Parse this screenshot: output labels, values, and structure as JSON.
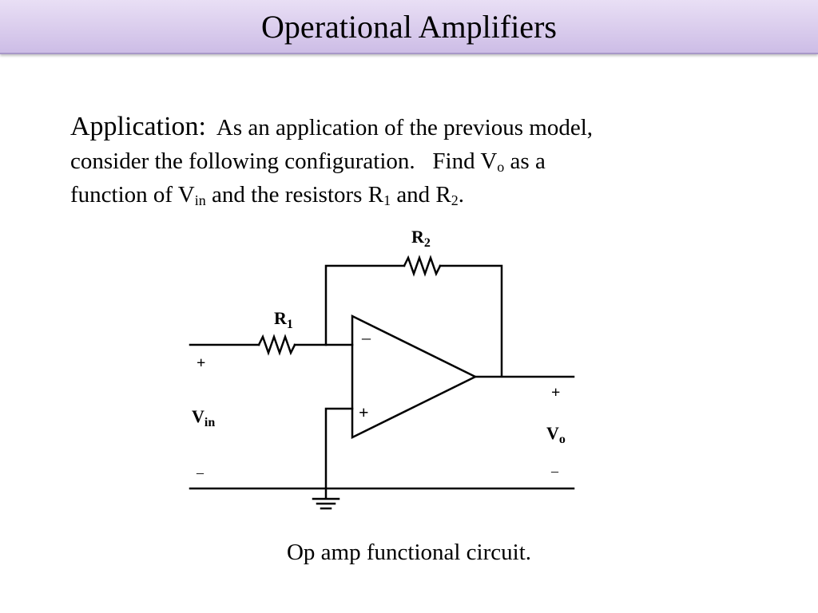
{
  "slide": {
    "title": "Operational Amplifiers",
    "paragraph": {
      "lead": "Application:",
      "seg1": "As an application of the previous model,",
      "seg2": "consider the following configuration.   Find V",
      "sub_o": "o",
      "seg3": " as a",
      "seg4": "function of V",
      "sub_in": "in",
      "seg5": " and the resistors R",
      "sub_1": "1",
      "seg6": " and R",
      "sub_2": "2",
      "seg7": "."
    },
    "caption": "Op amp functional circuit."
  },
  "circuit": {
    "r2_label": "R",
    "r2_sub": "2",
    "r1_label": "R",
    "r1_sub": "1",
    "opamp_minus": "–",
    "opamp_plus": "+",
    "vin_plus": "+",
    "vin_label": "V",
    "vin_sub": "in",
    "vin_minus": "–",
    "vo_plus": "+",
    "vo_label": "V",
    "vo_sub": "o",
    "vo_minus": "–"
  }
}
